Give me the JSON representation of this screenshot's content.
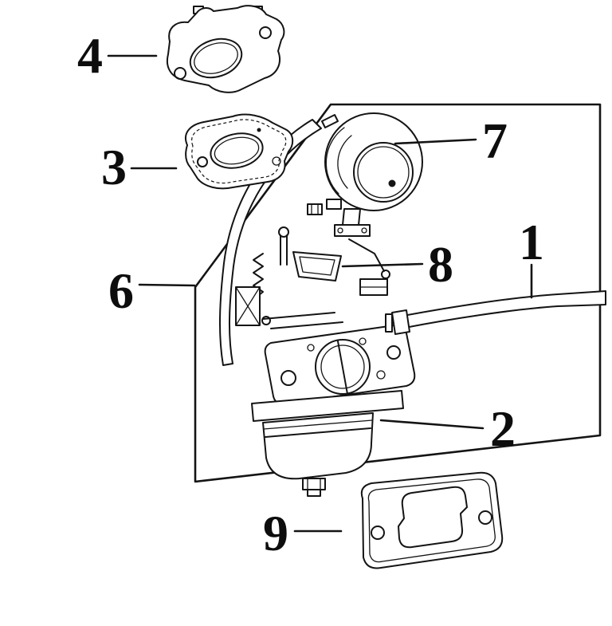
{
  "diagram": {
    "background": "#ffffff",
    "line_color": "#141414",
    "callouts": [
      {
        "text": "4"
      },
      {
        "text": "3"
      },
      {
        "text": "6"
      },
      {
        "text": "7"
      },
      {
        "text": "8"
      },
      {
        "text": "1"
      },
      {
        "text": "2"
      },
      {
        "text": "9"
      }
    ]
  }
}
